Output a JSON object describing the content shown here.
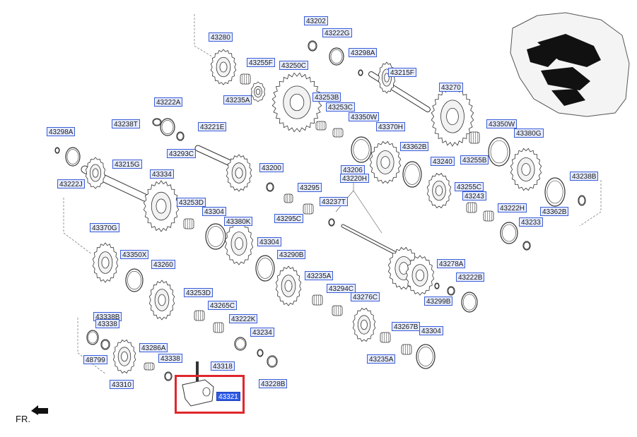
{
  "diagram": {
    "footer_label": "FR.",
    "selected_part": "43321",
    "colors": {
      "label_fill": "#e6ecff",
      "label_border": "#3a5cd6",
      "selected_fill": "#2f5be8",
      "highlight": "#e0262b"
    },
    "labels": [
      "43202",
      "43222G",
      "43280",
      "43298A",
      "43255F",
      "43250C",
      "43215F",
      "43270",
      "43235A",
      "43222A",
      "43253B",
      "43253C",
      "43238T",
      "43221E",
      "43350W",
      "43370H",
      "43350W",
      "43380G",
      "43298A",
      "43293C",
      "43362B",
      "43255B",
      "43215G",
      "43200",
      "43206",
      "43220H",
      "43240",
      "43238B",
      "43222J",
      "43334",
      "43295",
      "43255C",
      "43237T",
      "43243",
      "43253D",
      "43304",
      "43222H",
      "43362B",
      "43295C",
      "43380K",
      "43233",
      "43370G",
      "43304",
      "43290B",
      "43350X",
      "43278A",
      "43260",
      "43235A",
      "43222B",
      "43294C",
      "43299B",
      "43253D",
      "43265C",
      "43276C",
      "43338B",
      "43338",
      "43222K",
      "43234",
      "43267B",
      "43304",
      "43286A",
      "48799",
      "43338",
      "43318",
      "43235A",
      "43310",
      "43228B",
      "43321"
    ]
  }
}
